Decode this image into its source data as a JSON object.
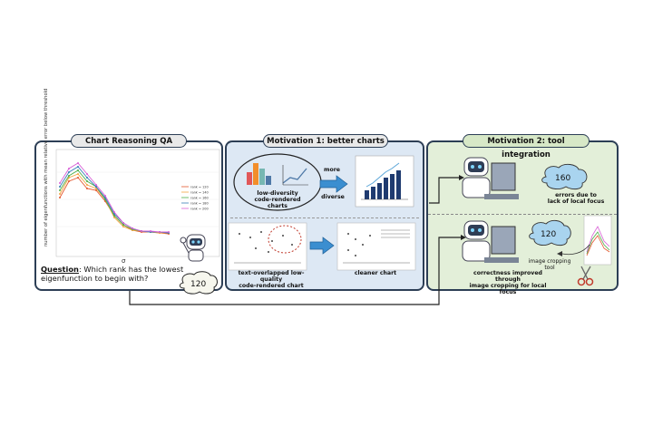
{
  "panels": {
    "chart_qa_title": "Chart Reasoning QA",
    "motivation1_title": "Motivation 1: better charts",
    "motivation2_title": "Motivation 2: tool integration"
  },
  "question": {
    "label": "Question",
    "text": ": Which rank has the lowest eigenfunction to begin with?",
    "answer": "120"
  },
  "chart": {
    "ylabel": "number of eigenfunctions with mean relative error below threshold",
    "xlabel": "σ",
    "legend": [
      "rank = 120",
      "rank = 140",
      "rank = 160",
      "rank = 180",
      "rank = 200"
    ],
    "series_colors": [
      "#e4572e",
      "#f2a541",
      "#4daf4a",
      "#377eb8",
      "#d95fd6"
    ]
  },
  "motivation1": {
    "more_label": "more",
    "diverse_label": "diverse",
    "low_diversity_caption": "low-diversity\ncode-rendered charts",
    "overlapped_caption": "text-overlapped low-quality\ncode-rendered chart",
    "cleaner_caption": "cleaner chart"
  },
  "motivation2": {
    "bubble_top": "160",
    "bubble_bottom": "120",
    "errors_caption": "errors due to\nlack of local focus",
    "cropping_tool_label": "image cropping tool",
    "correctness_caption": "correctness improved through\nimage cropping for local focus"
  }
}
